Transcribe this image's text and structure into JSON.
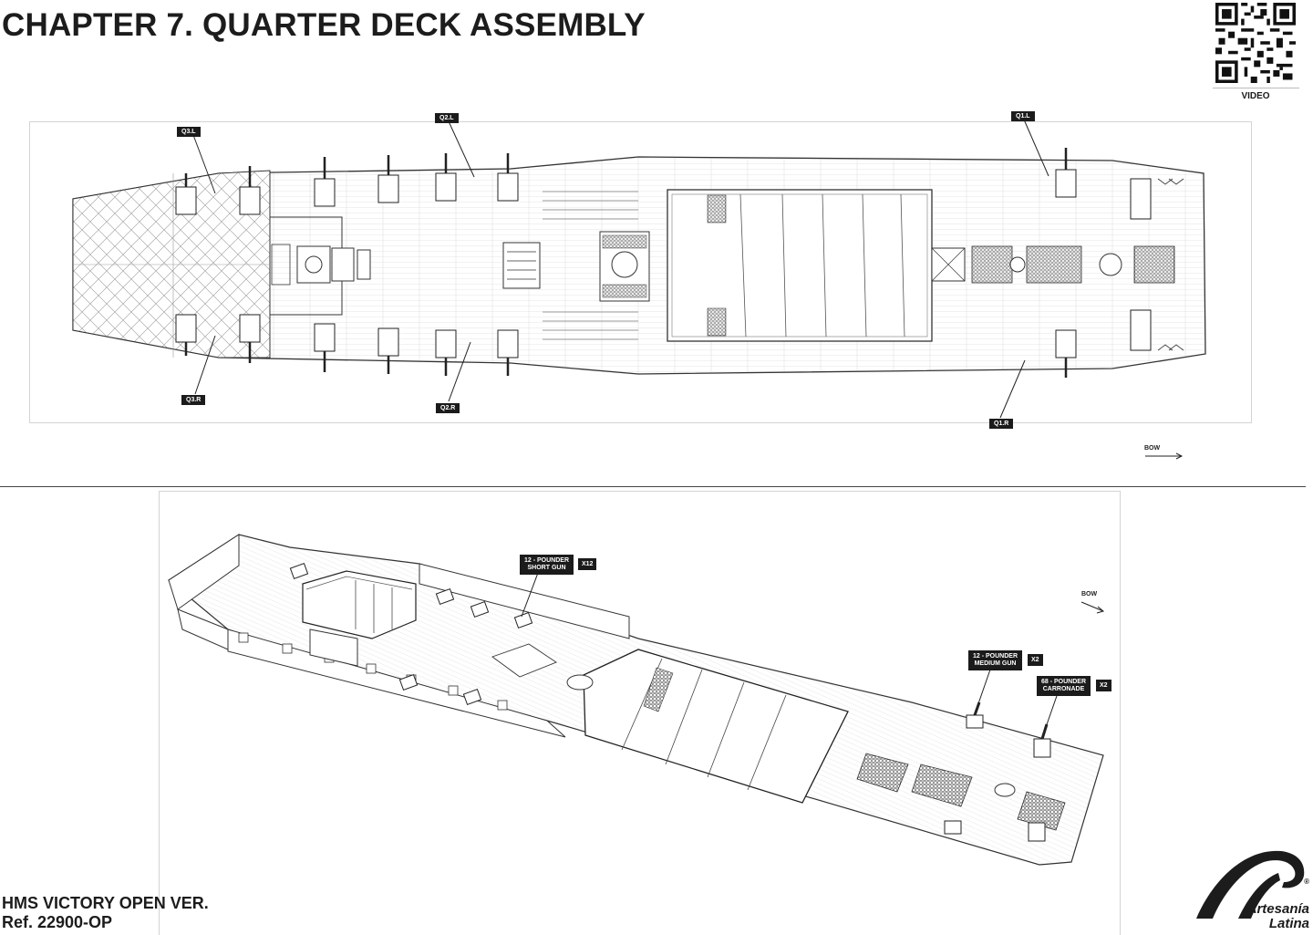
{
  "header": {
    "title": "CHAPTER 7. QUARTER DECK ASSEMBLY",
    "qr_caption": "VIDEO"
  },
  "top_view": {
    "callouts": {
      "q3l": "Q3.L",
      "q2l": "Q2.L",
      "q1l": "Q1.L",
      "q3r": "Q3.R",
      "q2r": "Q2.R",
      "q1r": "Q1.R"
    },
    "bow": "BOW"
  },
  "iso_view": {
    "short_gun": {
      "line1": "12 - POUNDER",
      "line2": "SHORT GUN",
      "qty": "X12"
    },
    "medium_gun": {
      "line1": "12 - POUNDER",
      "line2": "MEDIUM GUN",
      "qty": "X2"
    },
    "carronade": {
      "line1": "68 - POUNDER",
      "line2": "CARRONADE",
      "qty": "X2"
    },
    "bow": "BOW"
  },
  "footer": {
    "model": "HMS VICTORY OPEN VER.",
    "ref": "Ref. 22900-OP"
  },
  "brand": {
    "line1": "Artesanía",
    "line2": "Latina",
    "mark": "®"
  }
}
